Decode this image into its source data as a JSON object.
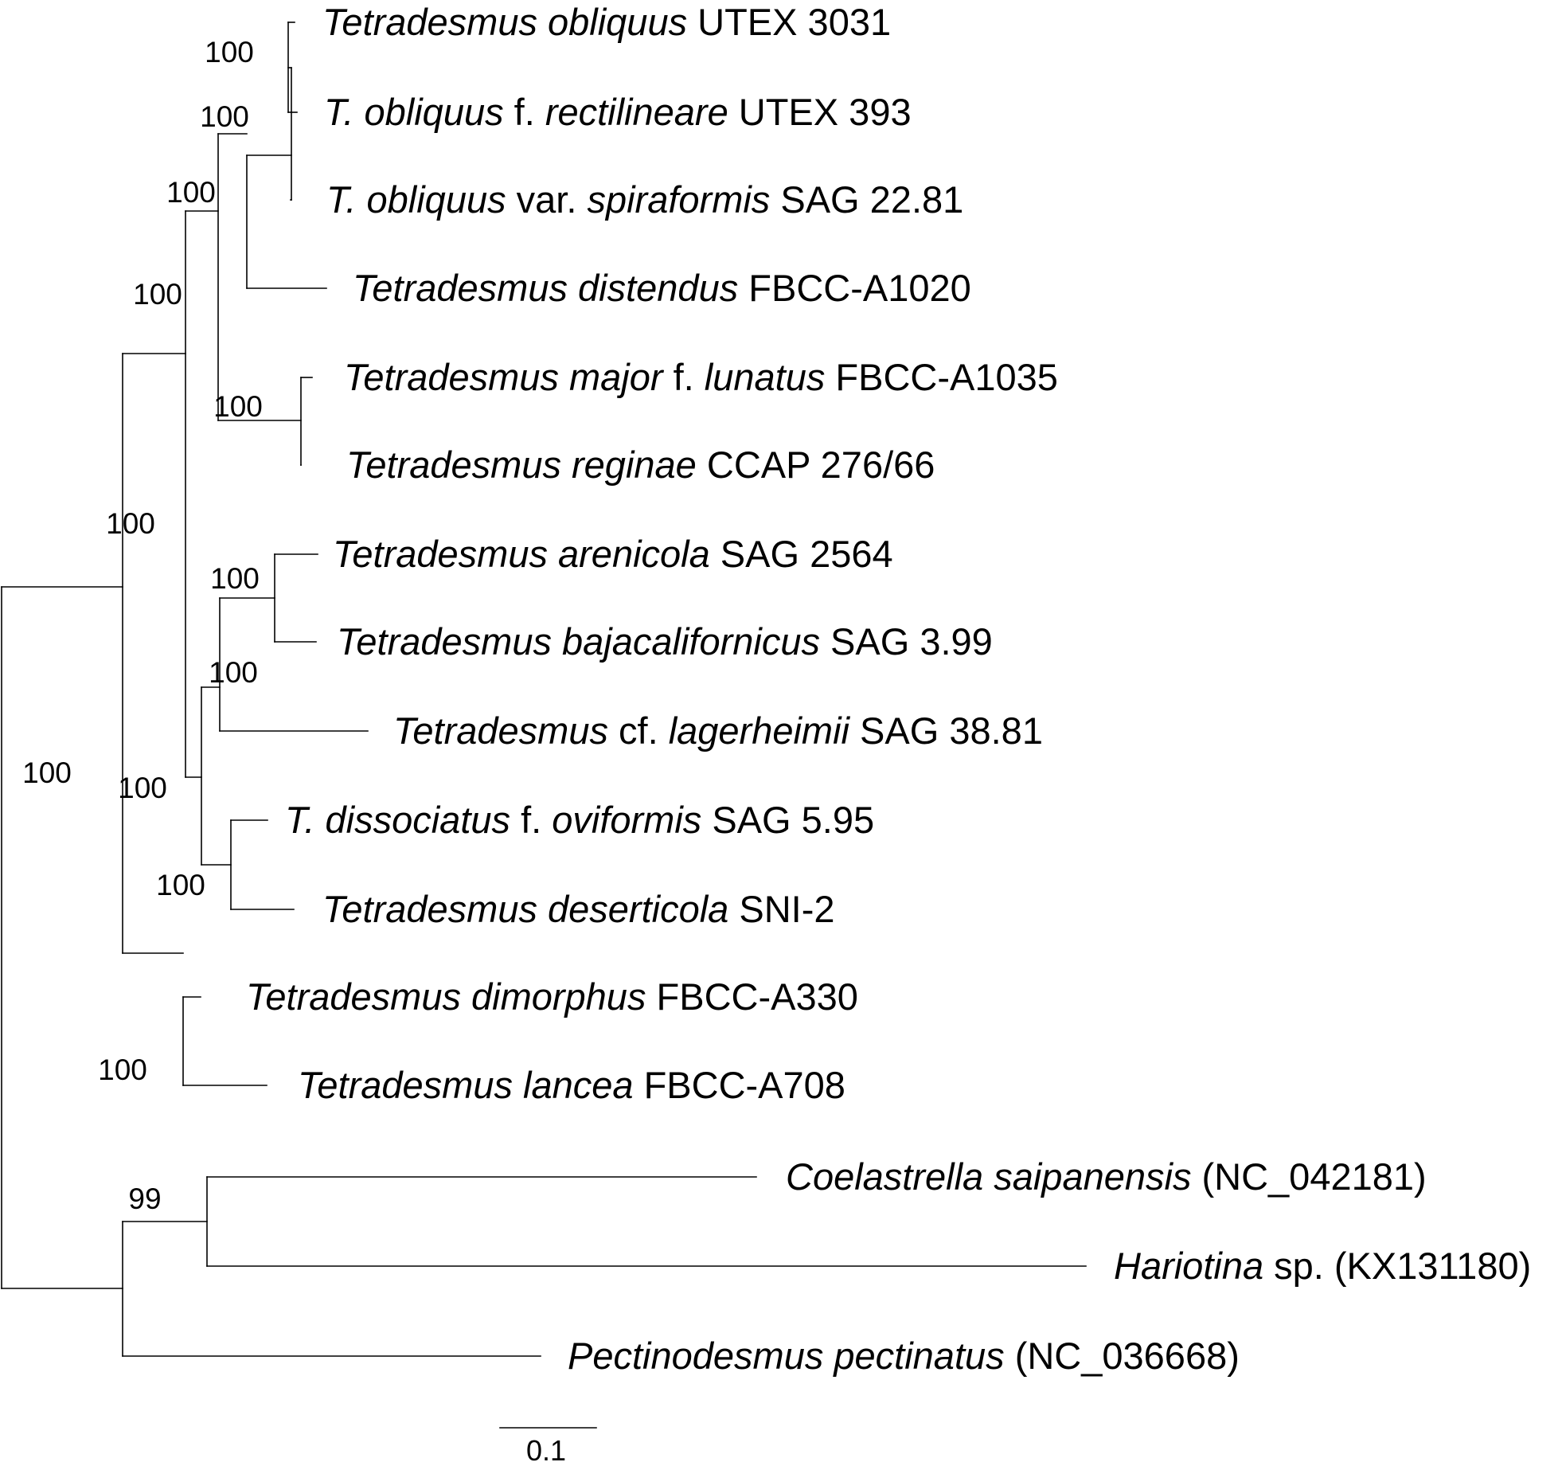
{
  "chart_data": {
    "type": "phylogenetic-tree",
    "taxa": [
      {
        "id": "t1",
        "italic": "Tetradesmus obliquus",
        "rest": " UTEX 3031"
      },
      {
        "id": "t2",
        "italic": "T. obliquus",
        "rest": " f. ",
        "italic2": "rectilineare",
        "rest2": " UTEX 393"
      },
      {
        "id": "t3",
        "italic": "T. obliquus",
        "rest": " var. ",
        "italic2": "spiraformis",
        "rest2": " SAG 22.81"
      },
      {
        "id": "t4",
        "italic": "Tetradesmus distendus",
        "rest": " FBCC-A1020"
      },
      {
        "id": "t5",
        "italic": "Tetradesmus major",
        "rest": " f. ",
        "italic2": "lunatus",
        "rest2": " FBCC-A1035"
      },
      {
        "id": "t6",
        "italic": "Tetradesmus reginae",
        "rest": " CCAP 276/66"
      },
      {
        "id": "t7",
        "italic": "Tetradesmus arenicola",
        "rest": " SAG 2564"
      },
      {
        "id": "t8",
        "italic": "Tetradesmus bajacalifornicus",
        "rest": " SAG 3.99"
      },
      {
        "id": "t9",
        "italic": "Tetradesmus",
        "rest": " cf. ",
        "italic2": "lagerheimii",
        "rest2": " SAG 38.81"
      },
      {
        "id": "t10",
        "italic": "T. dissociatus",
        "rest": " f. ",
        "italic2": "oviformis",
        "rest2": " SAG 5.95"
      },
      {
        "id": "t11",
        "italic": "Tetradesmus deserticola",
        "rest": " SNI-2"
      },
      {
        "id": "t12",
        "italic": "Tetradesmus dimorphus",
        "rest": " FBCC-A330"
      },
      {
        "id": "t13",
        "italic": "Tetradesmus lancea",
        "rest": " FBCC-A708"
      },
      {
        "id": "t14",
        "italic": "Coelastrella saipanensis",
        "rest": " (NC_042181)"
      },
      {
        "id": "t15",
        "italic": "Hariotina",
        "rest": " sp. (KX131180)"
      },
      {
        "id": "t16",
        "italic": "Pectinodesmus pectinatus",
        "rest": " (NC_036668)"
      }
    ],
    "bootstrap": [
      "100",
      "100",
      "100",
      "100",
      "100",
      "100",
      "100",
      "100",
      "100",
      "100",
      "100",
      "100",
      "99"
    ],
    "scale_bar": {
      "label": "0.1",
      "value": 0.1
    }
  }
}
